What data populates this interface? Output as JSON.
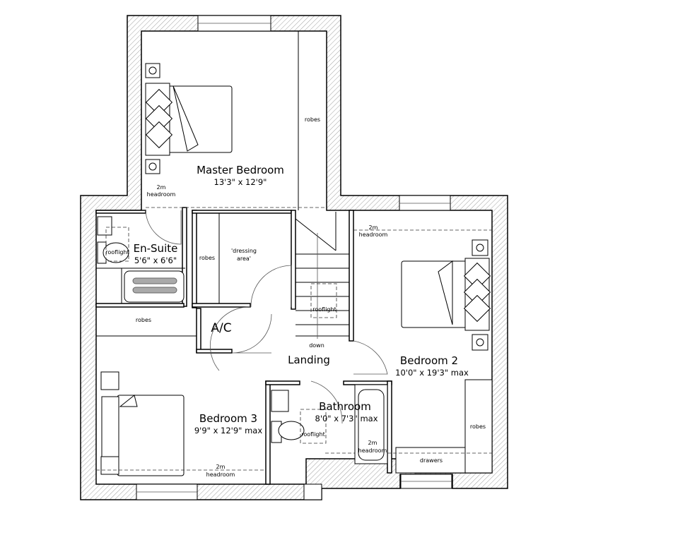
{
  "plan": {
    "rooms": [
      {
        "id": "master",
        "name": "Master Bedroom",
        "size": "13'3\" x 12'9\""
      },
      {
        "id": "ensuite",
        "name": "En-Suite",
        "size": "5'6\" x 6'6\""
      },
      {
        "id": "bedroom2",
        "name": "Bedroom 2",
        "size": "10'0\" x 19'3\" max"
      },
      {
        "id": "bedroom3",
        "name": "Bedroom 3",
        "size": "9'9\" x 12'9\" max"
      },
      {
        "id": "bathroom",
        "name": "Bathroom",
        "size": "8'0\" x 7'3\" max"
      },
      {
        "id": "landing",
        "name": "Landing"
      },
      {
        "id": "ac",
        "name": "A/C"
      }
    ],
    "notes": {
      "robes": "robes",
      "dressing_area_1": "'dressing",
      "dressing_area_2": "area'",
      "rooflight": "rooflight",
      "down": "down",
      "drawers": "drawers",
      "headroom_2m": "2m",
      "headroom_label": "headroom"
    }
  }
}
